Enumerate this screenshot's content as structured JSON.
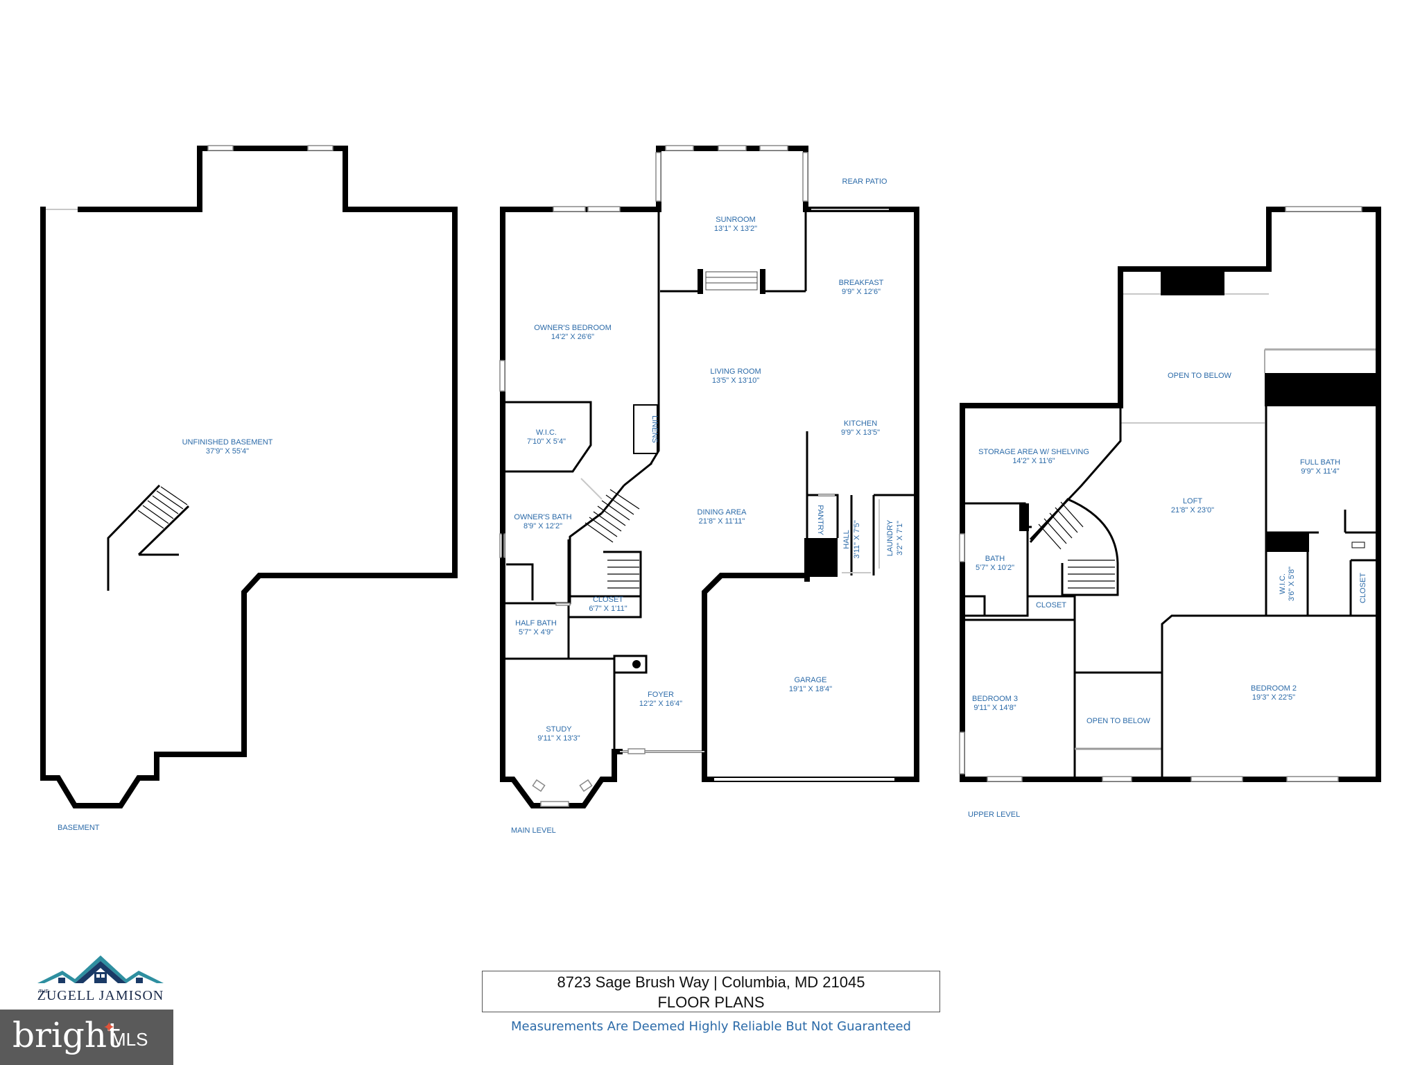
{
  "levels": {
    "basement": "BASEMENT",
    "main": "MAIN LEVEL",
    "upper": "UPPER LEVEL"
  },
  "rooms": {
    "unfinished_basement": {
      "name": "UNFINISHED BASEMENT",
      "dim": "37'9\" X 55'4\""
    },
    "sunroom": {
      "name": "SUNROOM",
      "dim": "13'1\" X 13'2\""
    },
    "rear_patio": {
      "name": "REAR PATIO"
    },
    "breakfast": {
      "name": "BREAKFAST",
      "dim": "9'9\" X 12'6\""
    },
    "owners_bedroom": {
      "name": "OWNER'S BEDROOM",
      "dim": "14'2\" X 26'6\""
    },
    "living_room": {
      "name": "LIVING ROOM",
      "dim": "13'5\" X 13'10\""
    },
    "kitchen": {
      "name": "KITCHEN",
      "dim": "9'9\" X 13'5\""
    },
    "wic_main": {
      "name": "W.I.C.",
      "dim": "7'10\" X 5'4\""
    },
    "linens": {
      "name": "LINENS"
    },
    "owners_bath": {
      "name": "OWNER'S BATH",
      "dim": "8'9\" X 12'2\""
    },
    "dining_area": {
      "name": "DINING AREA",
      "dim": "21'8\" X 11'11\""
    },
    "pantry": {
      "name": "PANTRY"
    },
    "hall": {
      "name": "HALL",
      "dim": "3'11\" X 7'5\""
    },
    "laundry": {
      "name": "LAUNDRY",
      "dim": "3'2\" X 7'1\""
    },
    "closet_main": {
      "name": "CLOSET",
      "dim": "6'7\" X 1'11\""
    },
    "half_bath": {
      "name": "HALF BATH",
      "dim": "5'7\" X 4'9\""
    },
    "garage": {
      "name": "GARAGE",
      "dim": "19'1\" X 18'4\""
    },
    "foyer": {
      "name": "FOYER",
      "dim": "12'2\" X 16'4\""
    },
    "study": {
      "name": "STUDY",
      "dim": "9'11\" X 13'3\""
    },
    "open_to_below_top": {
      "name": "OPEN TO BELOW"
    },
    "storage": {
      "name": "STORAGE AREA W/ SHELVING",
      "dim": "14'2\" X 11'6\""
    },
    "full_bath": {
      "name": "FULL BATH",
      "dim": "9'9\" X 11'4\""
    },
    "loft": {
      "name": "LOFT",
      "dim": "21'8\" X 23'0\""
    },
    "bath_upper": {
      "name": "BATH",
      "dim": "5'7\" X 10'2\""
    },
    "wic_upper": {
      "name": "W.I.C.",
      "dim": "3'6\" X 5'8\""
    },
    "closet_upper_right": {
      "name": "CLOSET"
    },
    "closet_upper_left": {
      "name": "CLOSET"
    },
    "bedroom3": {
      "name": "BEDROOM 3",
      "dim": "9'11\" X 14'8\""
    },
    "open_to_below_bottom": {
      "name": "OPEN TO BELOW"
    },
    "bedroom2": {
      "name": "BEDROOM 2",
      "dim": "19'3\" X 22'5\""
    }
  },
  "footer": {
    "address": "8723 Sage Brush Way | Columbia, MD 21045",
    "subtitle": "FLOOR PLANS",
    "disclaimer": "Measurements Are Deemed Highly Reliable But Not Guaranteed"
  },
  "branding": {
    "agent_logo_text": "ZUGELL JAMISON",
    "agent_logo_small": "THE",
    "mls_logo_word": "bright",
    "mls_logo_suffix": "MLS",
    "accent_color": "#2b6aa8",
    "logo_teal": "#2e8fa0"
  }
}
